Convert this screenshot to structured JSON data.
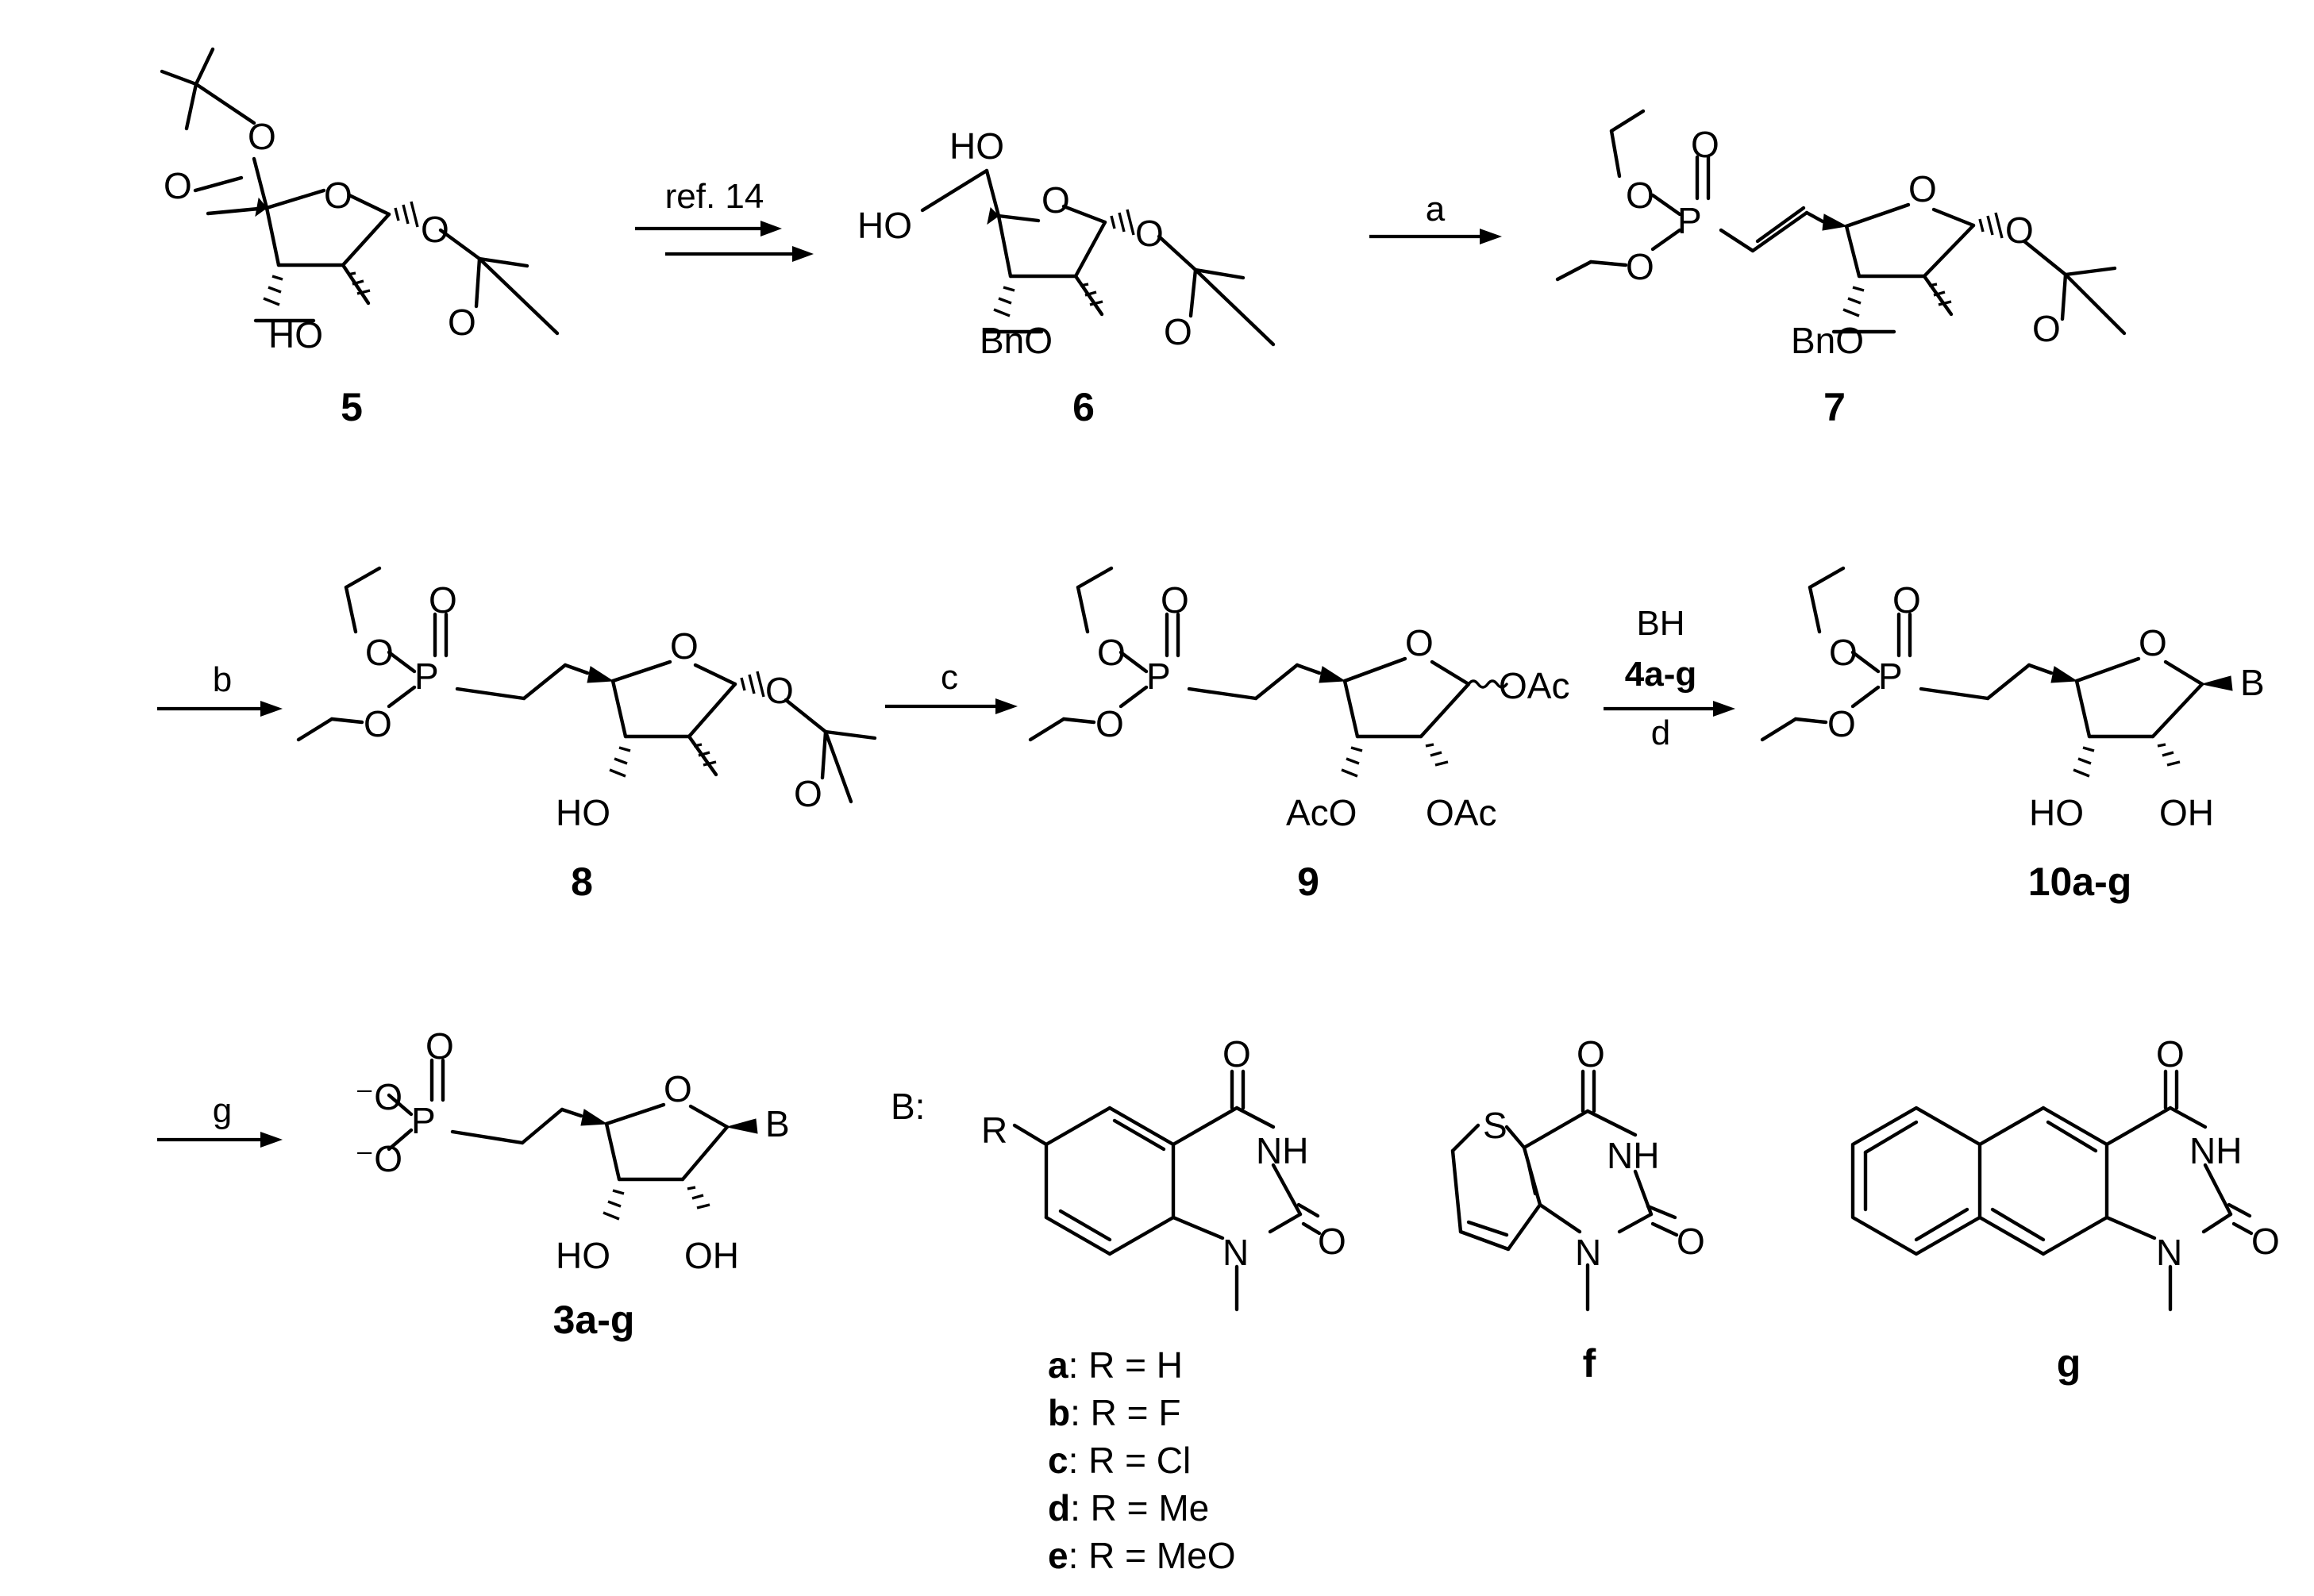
{
  "compounds": {
    "c5": "5",
    "c6": "6",
    "c7": "7",
    "c8": "8",
    "c9": "9",
    "c10": "10a-g",
    "c3": "3a-g",
    "f": "f",
    "g": "g"
  },
  "reagents": {
    "step1": "ref. 14",
    "a": "a",
    "b": "b",
    "c": "c",
    "bh": "BH",
    "bh_sub": "4a-g",
    "d": "d",
    "g": "g"
  },
  "bases_label": "B:",
  "substituents": [
    {
      "letter": "a",
      "text": ": R = H"
    },
    {
      "letter": "b",
      "text": ": R = F"
    },
    {
      "letter": "c",
      "text": ": R = Cl"
    },
    {
      "letter": "d",
      "text": ": R = Me"
    },
    {
      "letter": "e",
      "text": ": R = MeO"
    }
  ]
}
